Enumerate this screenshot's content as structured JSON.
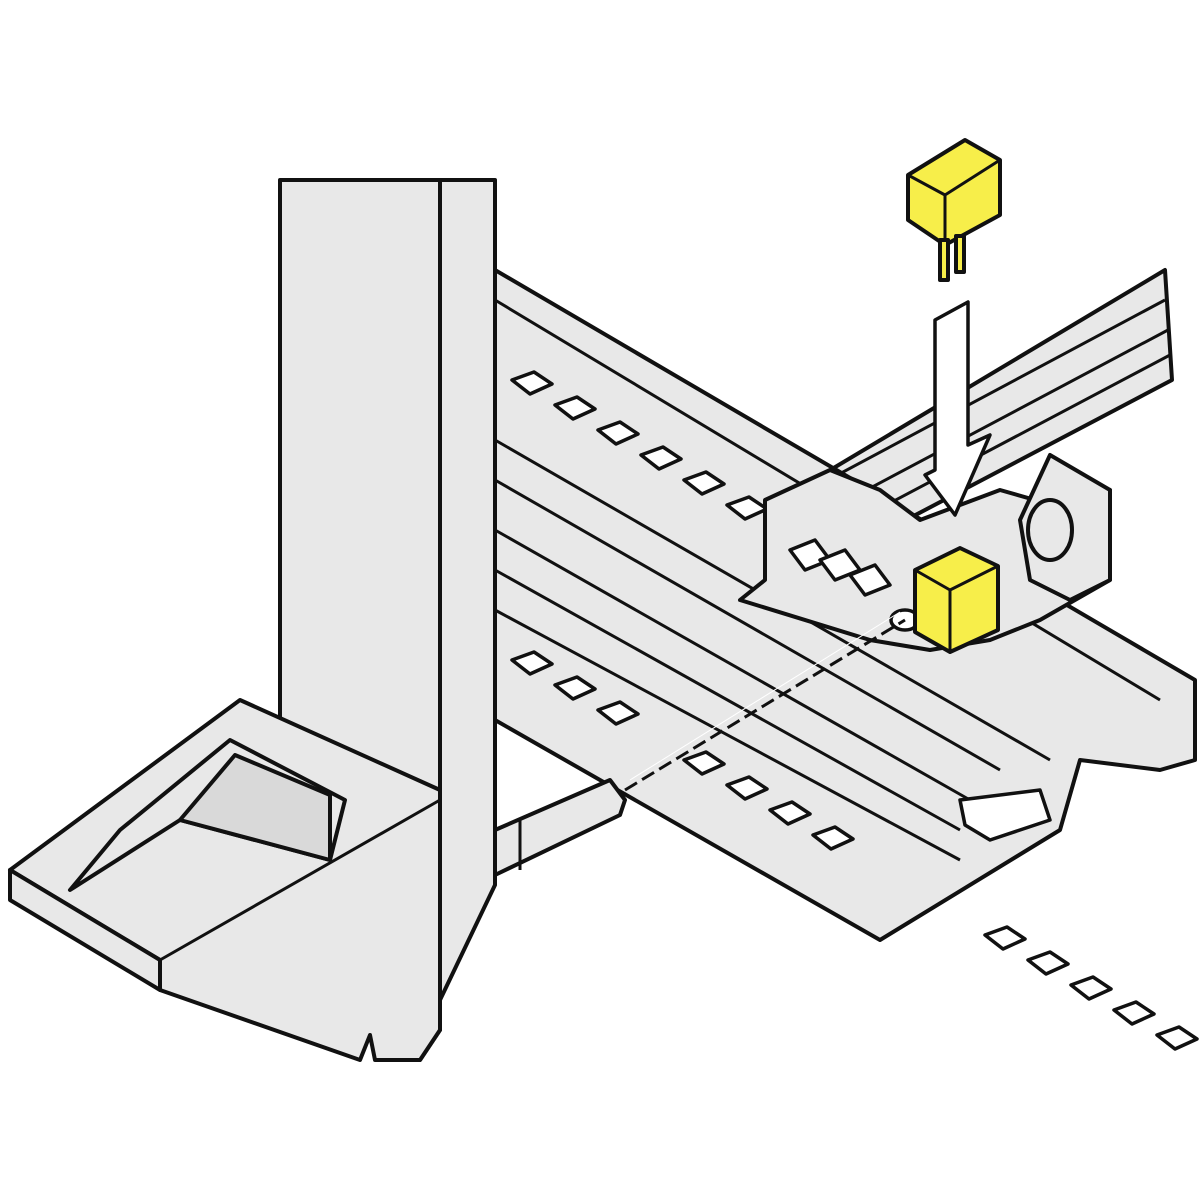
{
  "colors": {
    "part_fill": "#e8e8e8",
    "outline": "#111111",
    "highlight_yellow": "#f7ee4a",
    "background": "#ffffff"
  },
  "illustration": {
    "parts": [
      "mounting-rail",
      "cross-rail",
      "vertical-panel",
      "panel-foot",
      "guide-pin",
      "connector-block",
      "coding-key",
      "insertion-arrow",
      "alignment-dashed-line"
    ]
  }
}
